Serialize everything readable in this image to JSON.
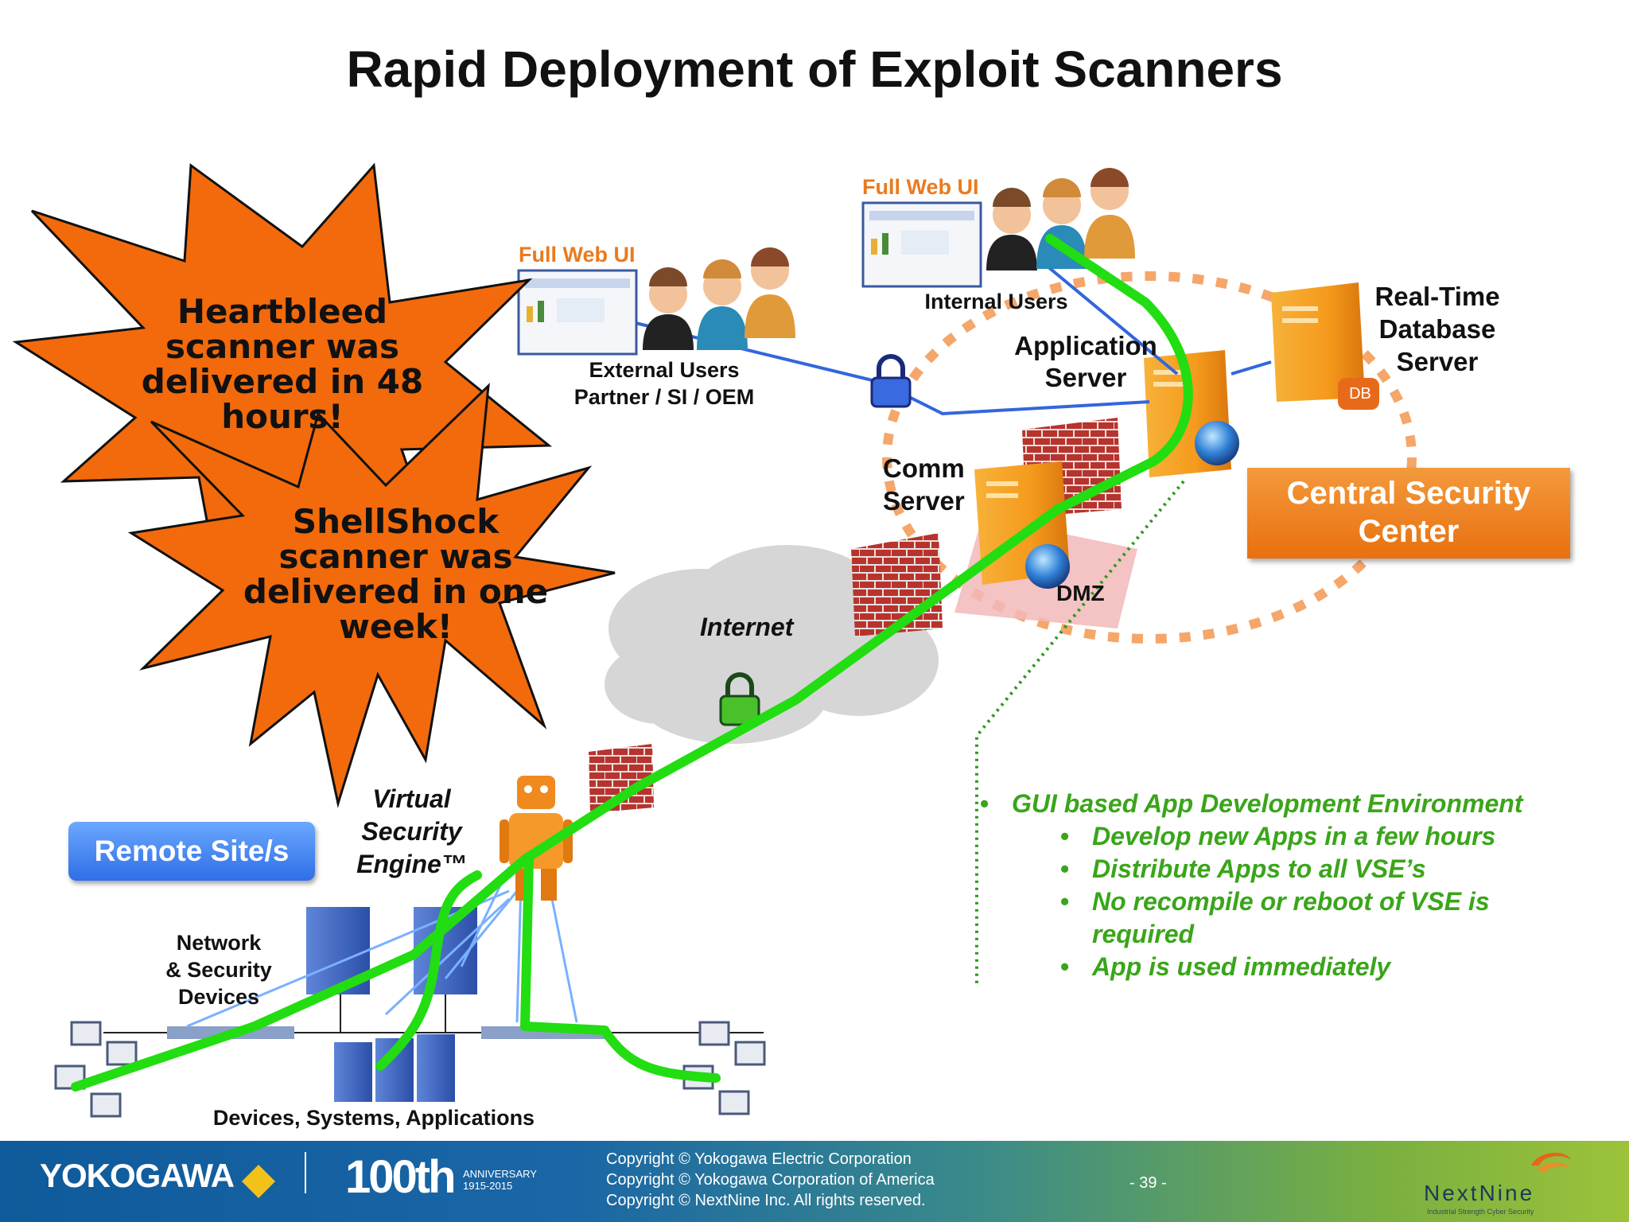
{
  "title": "Rapid Deployment of Exploit Scanners",
  "bursts": {
    "heartbleed": [
      "Heartbleed",
      "scanner was",
      "delivered in 48",
      "hours!"
    ],
    "shellshock": [
      "ShellShock",
      "scanner was",
      "delivered in one",
      "week!"
    ]
  },
  "labels": {
    "full_web_ui": "Full Web UI",
    "external_users": "External Users",
    "external_users_sub": "Partner / SI / OEM",
    "internal_users": "Internal Users",
    "application_server": [
      "Application",
      "Server"
    ],
    "realtime_db": [
      "Real-Time",
      "Database",
      "Server"
    ],
    "db_badge": "DB",
    "comm_server": [
      "Comm",
      "Server"
    ],
    "dmz": "DMZ",
    "internet": "Internet",
    "central_security_center": [
      "Central Security",
      "Center"
    ],
    "vse": [
      "Virtual",
      "Security",
      "Engine™"
    ],
    "remote_site": "Remote Site/s",
    "network_devices": [
      "Network",
      "& Security",
      "Devices"
    ],
    "devices_systems": "Devices, Systems, Applications"
  },
  "bullets": {
    "main": "GUI based App Development Environment",
    "sub": [
      "Develop new Apps in a few hours",
      "Distribute Apps to all VSE’s",
      "No recompile or reboot of VSE is",
      "required",
      "App is used immediately"
    ]
  },
  "footer": {
    "company": "YOKOGAWA",
    "anniversary": "100th",
    "anniversary_sub": [
      "ANNIVERSARY",
      "1915-2015"
    ],
    "copyright": [
      "Copyright © Yokogawa Electric Corporation",
      "Copyright © Yokogawa Corporation of America",
      "Copyright © NextNine Inc.  All rights reserved."
    ],
    "page": "- 39 -",
    "partner": "NextNine",
    "partner_tag": "Industrial Strength Cyber Security"
  },
  "colors": {
    "burst": "#f26a0c",
    "path": "#22dd11",
    "accent_orange": "#ea7a1e",
    "bullet_green": "#3aa51a",
    "link_blue": "#3366dd"
  }
}
